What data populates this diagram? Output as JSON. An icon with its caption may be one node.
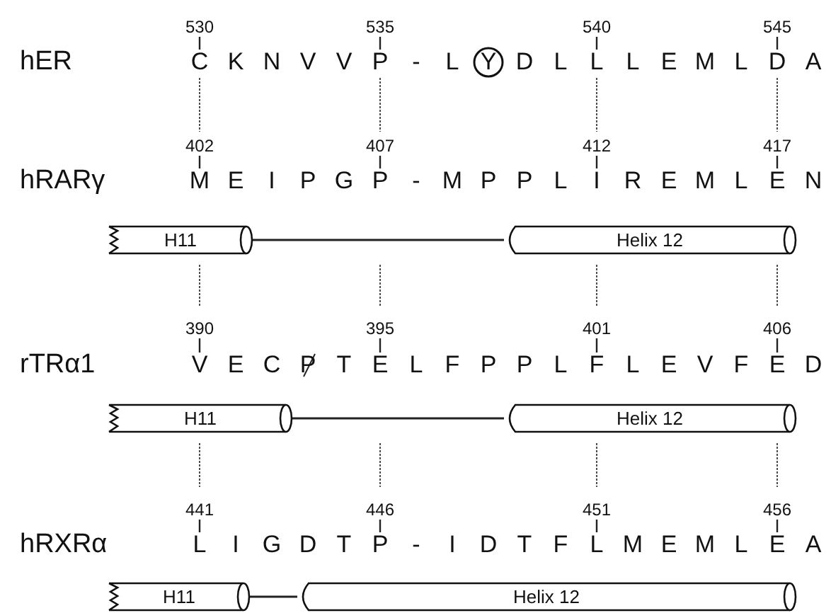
{
  "diagram": {
    "nodes": [
      {
        "text": [
          "Y"
        ]
      },
      {
        "text": [
          "H11"
        ]
      },
      {
        "text": [
          "Helix 12"
        ]
      },
      {
        "text": [
          "H11"
        ]
      },
      {
        "text": [
          "Helix 12"
        ]
      },
      {
        "text": [
          "H11"
        ]
      },
      {
        "text": [
          "Helix 12"
        ]
      }
    ],
    "edges": [
      {
        "from": 1,
        "to": 2,
        "arrow": "none"
      },
      {
        "from": 3,
        "to": 4,
        "arrow": "none"
      },
      {
        "from": 5,
        "to": 6,
        "arrow": "none"
      }
    ],
    "labels": [
      "530",
      "535",
      "540",
      "545",
      "hER",
      "C K N V V P - L",
      "D L L L E M L D A",
      "402",
      "407",
      "412",
      "417",
      "hRARγ",
      "M E I P G P - M P P L I R E M L E N",
      "390",
      "395",
      "401",
      "406",
      "rTRα1",
      "V E C P T E L F P P L F L E V F E D",
      "441",
      "446",
      "451",
      "456",
      "hRXRα",
      "L I G D T P - I D T F L M E M L E A"
    ]
  }
}
